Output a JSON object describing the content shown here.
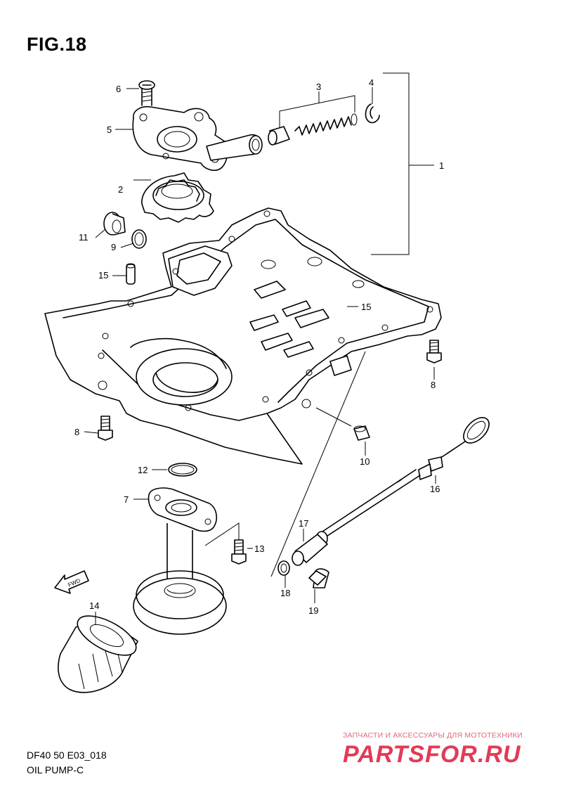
{
  "figure": {
    "title": "FIG.18",
    "model_code": "DF40 50 E03_018",
    "section_name": "OIL PUMP-C"
  },
  "callouts": [
    "1",
    "2",
    "3",
    "4",
    "5",
    "6",
    "7",
    "8",
    "8",
    "9",
    "10",
    "11",
    "12",
    "13",
    "14",
    "15",
    "15",
    "16",
    "17",
    "18",
    "19"
  ],
  "fwd_label": "FWD",
  "watermark": {
    "tagline": "ЗАПЧАСТИ И АКСЕССУАРЫ ДЛЯ МОТОТЕХНИКИ",
    "logo_text": "PARTSFOR.RU",
    "color": "#e33a55"
  }
}
